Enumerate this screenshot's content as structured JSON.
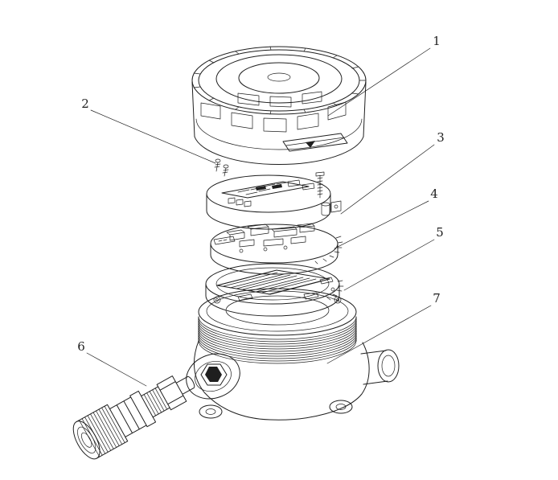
{
  "figure": {
    "kind": "exploded-view technical drawing",
    "background_color": "#ffffff",
    "line_color": "#1f1f1f",
    "callouts": [
      {
        "label": "1"
      },
      {
        "label": "2"
      },
      {
        "label": "3"
      },
      {
        "label": "4"
      },
      {
        "label": "5"
      },
      {
        "label": "6"
      },
      {
        "label": "7"
      }
    ]
  }
}
